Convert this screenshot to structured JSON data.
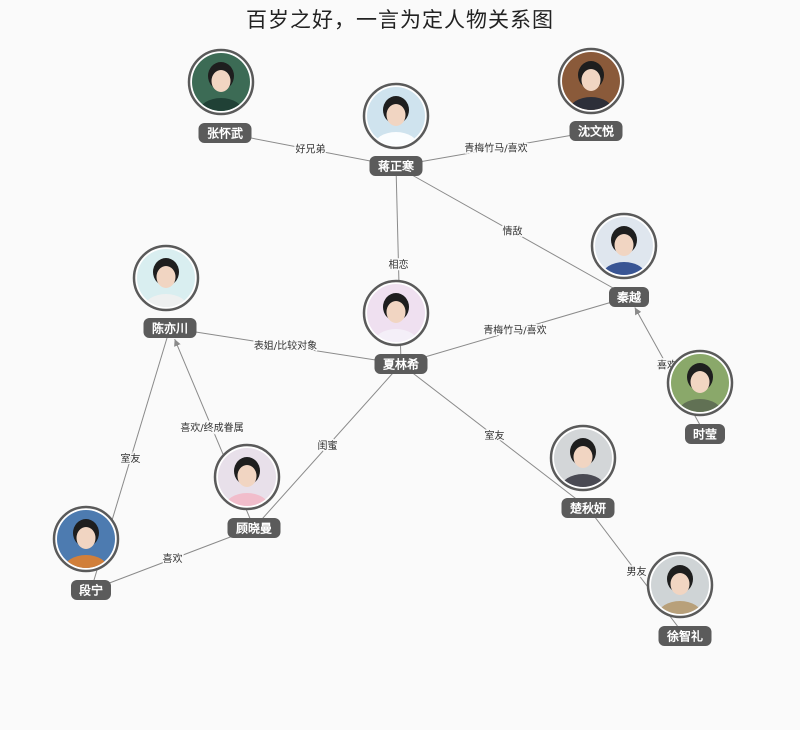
{
  "title": "百岁之好，一言为定人物关系图",
  "nodes": [
    {
      "id": "zhang",
      "name": "张怀武",
      "bg": "#3c6b55",
      "shirt": "#1d3d33"
    },
    {
      "id": "jiang",
      "name": "蒋正寒",
      "bg": "#cfe3ee",
      "shirt": "#ffffff"
    },
    {
      "id": "shen",
      "name": "沈文悦",
      "bg": "#8a5a3a",
      "shirt": "#222a3a"
    },
    {
      "id": "qin",
      "name": "秦越",
      "bg": "#dfe6ee",
      "shirt": "#27458a"
    },
    {
      "id": "chen",
      "name": "陈亦川",
      "bg": "#d9eef0",
      "shirt": "#f0f0f0"
    },
    {
      "id": "xia",
      "name": "夏林希",
      "bg": "#efe0f0",
      "shirt": "#f4f1f8"
    },
    {
      "id": "shi",
      "name": "时莹",
      "bg": "#8aa86a",
      "shirt": "#5c6a52"
    },
    {
      "id": "chu",
      "name": "楚秋妍",
      "bg": "#d3d6d8",
      "shirt": "#3b3b45"
    },
    {
      "id": "gu",
      "name": "顾晓曼",
      "bg": "#e8e0ea",
      "shirt": "#f2b9c8"
    },
    {
      "id": "duan",
      "name": "段宁",
      "bg": "#4d7bb0",
      "shirt": "#e0802e"
    },
    {
      "id": "xu",
      "name": "徐智礼",
      "bg": "#cfd4d6",
      "shirt": "#b59a70"
    }
  ],
  "edges": [
    {
      "source": "zhang",
      "target": "jiang",
      "label": "好兄弟",
      "arrow": false
    },
    {
      "source": "shen",
      "target": "jiang",
      "label": "青梅竹马/喜欢",
      "arrow": false
    },
    {
      "source": "jiang",
      "target": "xia",
      "label": "相恋",
      "arrow": false
    },
    {
      "source": "jiang",
      "target": "qin",
      "label": "情敌",
      "arrow": false
    },
    {
      "source": "qin",
      "target": "xia",
      "label": "青梅竹马/喜欢",
      "arrow": false
    },
    {
      "source": "chen",
      "target": "xia",
      "label": "表姐/比较对象",
      "arrow": true
    },
    {
      "source": "shi",
      "target": "qin",
      "label": "喜欢",
      "arrow": true
    },
    {
      "source": "xia",
      "target": "chu",
      "label": "室友",
      "arrow": false
    },
    {
      "source": "xia",
      "target": "gu",
      "label": "闺蜜",
      "arrow": false
    },
    {
      "source": "gu",
      "target": "chen",
      "label": "喜欢/终成眷属",
      "arrow": true
    },
    {
      "source": "duan",
      "target": "chen",
      "label": "室友",
      "arrow": false
    },
    {
      "source": "duan",
      "target": "gu",
      "label": "喜欢",
      "arrow": true
    },
    {
      "source": "chu",
      "target": "xu",
      "label": "男友",
      "arrow": false
    }
  ]
}
